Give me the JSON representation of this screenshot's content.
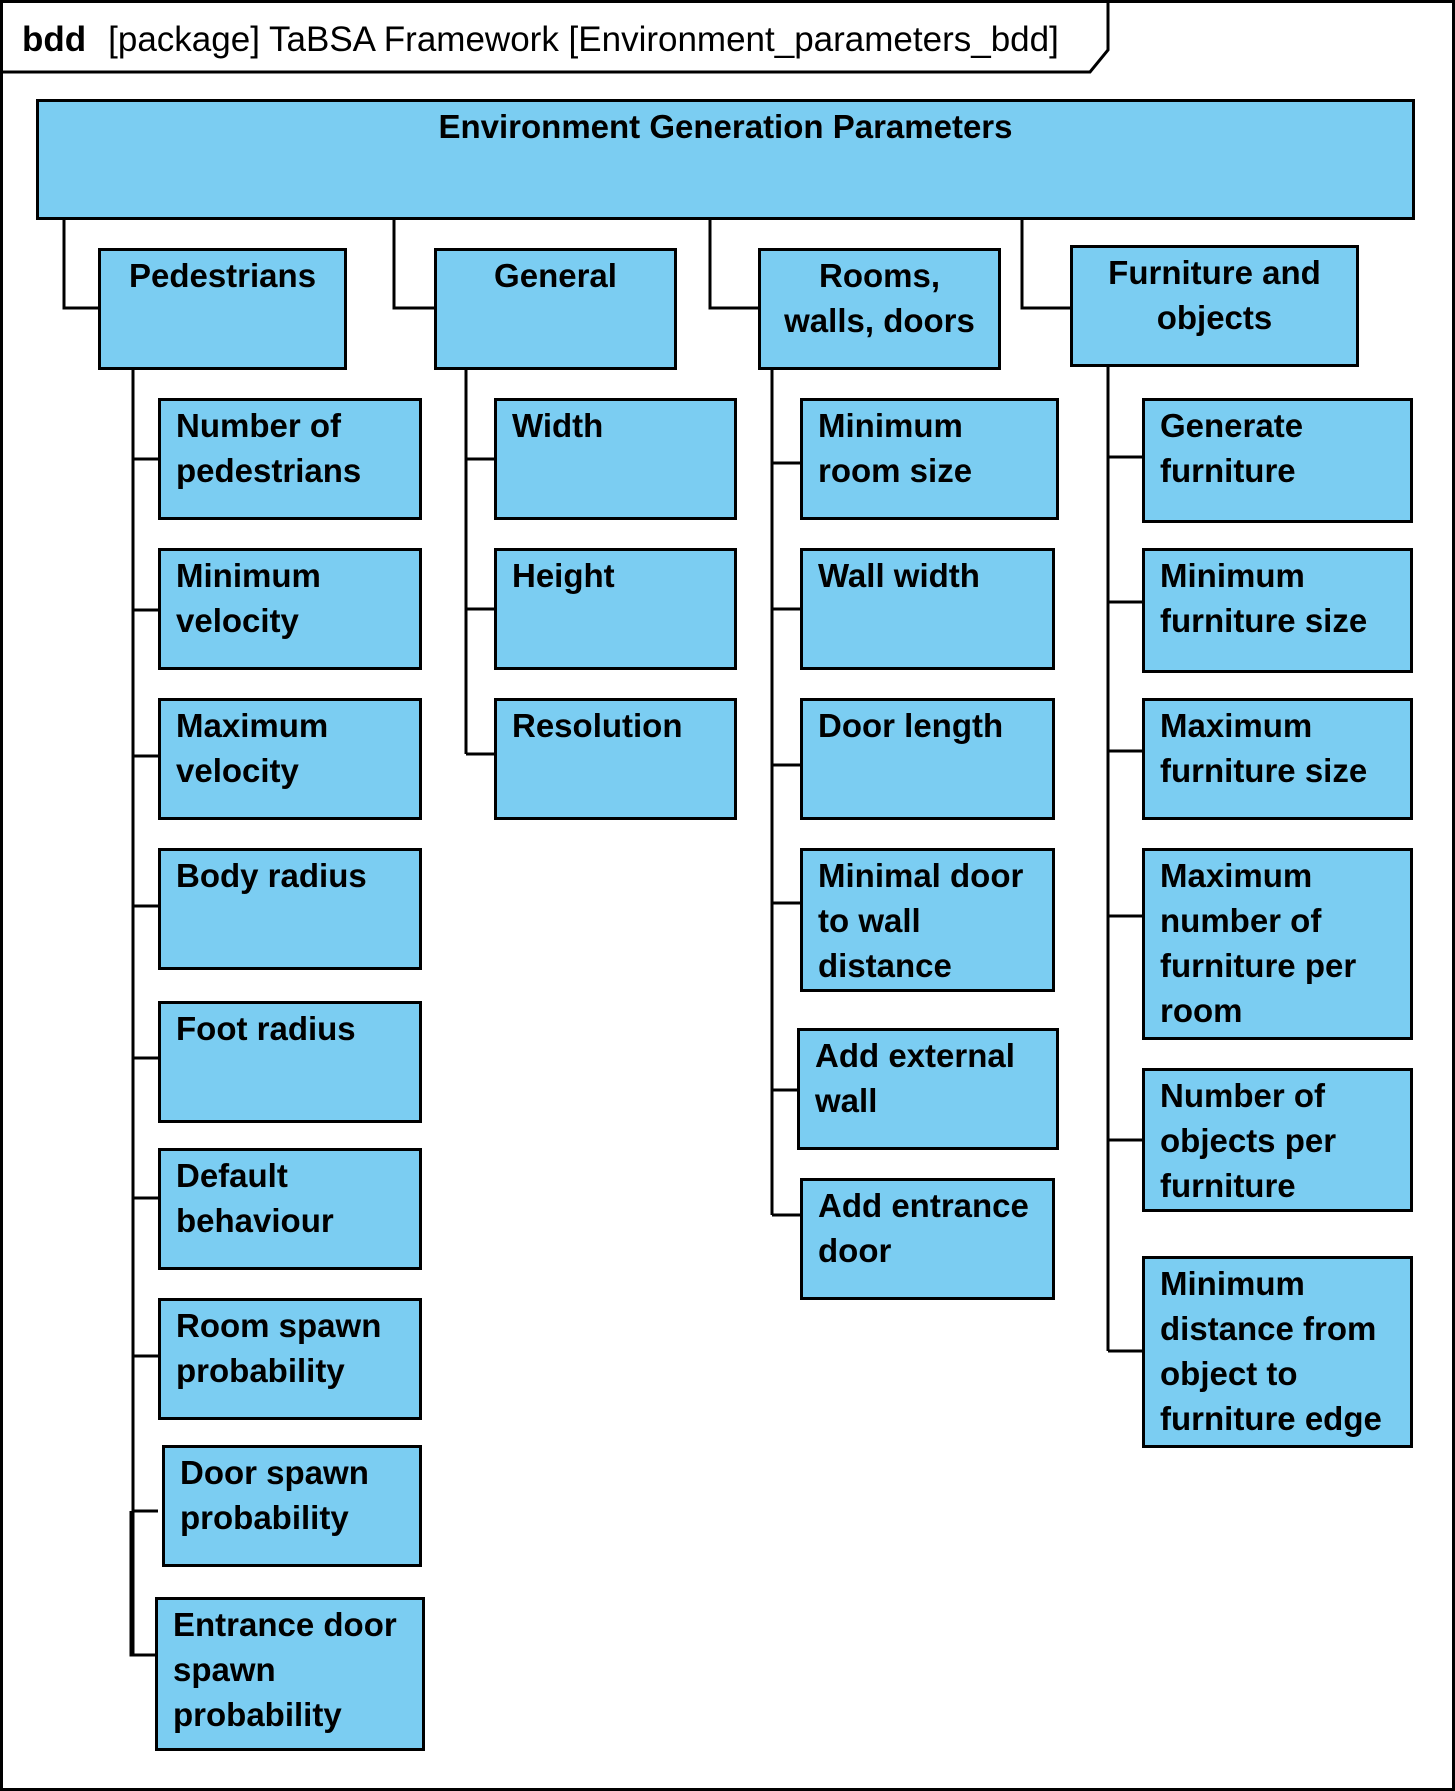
{
  "header": {
    "keyword": "bdd",
    "title": "[package] TaBSA Framework [Environment_parameters_bdd]"
  },
  "root": "Environment Generation Parameters",
  "categories": [
    {
      "label": "Pedestrians",
      "children": [
        "Number of\npedestrians",
        "Minimum\nvelocity",
        "Maximum\nvelocity",
        "Body radius",
        "Foot radius",
        "Default\nbehaviour",
        "Room spawn\nprobability",
        "Door spawn\nprobability",
        "Entrance door\nspawn\nprobability"
      ]
    },
    {
      "label": "General",
      "children": [
        "Width",
        "Height",
        "Resolution"
      ]
    },
    {
      "label": "Rooms,\nwalls, doors",
      "children": [
        "Minimum\nroom size",
        "Wall width",
        "Door length",
        "Minimal door\nto wall\ndistance",
        "Add external\nwall",
        "Add entrance\ndoor"
      ]
    },
    {
      "label": "Furniture and\nobjects",
      "children": [
        "Generate\nfurniture",
        "Minimum\nfurniture size",
        "Maximum\nfurniture size",
        "Maximum\nnumber of\nfurniture per\nroom",
        "Number of\nobjects per\nfurniture",
        "Minimum\ndistance from\nobject to\nfurniture edge"
      ]
    }
  ]
}
